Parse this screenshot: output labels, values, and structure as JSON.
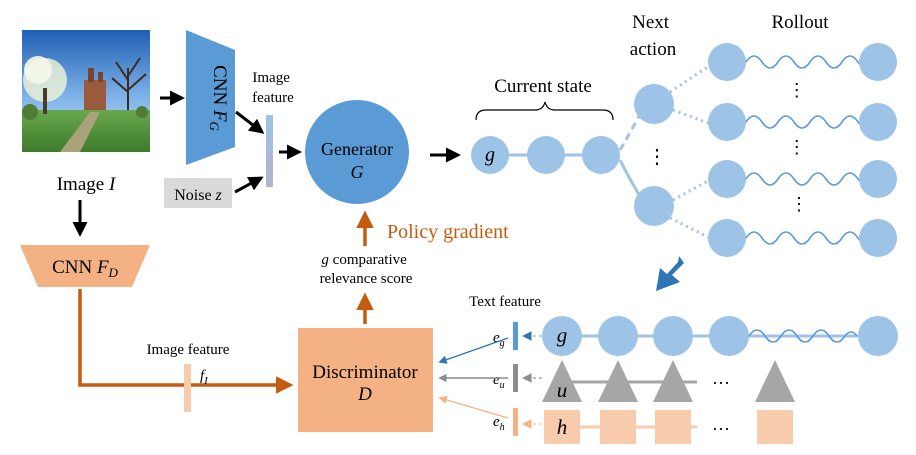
{
  "image_label": {
    "prefix": "Image ",
    "var": "I"
  },
  "cnn_fg": {
    "prefix": "CNN ",
    "var": "F",
    "sub": "G"
  },
  "image_feature_top": {
    "line1": "Image",
    "line2": "feature"
  },
  "noise": {
    "prefix": "Noise ",
    "var": "z"
  },
  "generator": {
    "title": "Generator",
    "var": "G"
  },
  "current_state": "Current state",
  "next_action": {
    "line1": "Next",
    "line2": "action"
  },
  "rollout": "Rollout",
  "state_node_g": "g",
  "ellipsis_vertical": "⋮",
  "policy_gradient": "Policy gradient",
  "relevance": {
    "var": "g",
    "line1": " comparative",
    "line2": "relevance score"
  },
  "text_feature": "Text feature",
  "cnn_fd": {
    "prefix": "CNN ",
    "var": "F",
    "sub": "D"
  },
  "image_feature_bottom": "Image feature",
  "fi": {
    "var": "f",
    "sub": "I"
  },
  "discriminator": {
    "title": "Discriminator",
    "var": "D"
  },
  "e_g": {
    "var": "e",
    "sub": "g"
  },
  "e_u": {
    "var": "e",
    "sub": "u"
  },
  "e_h": {
    "var": "e",
    "sub": "h"
  },
  "seq_g_node": "g",
  "seq_u_node": "u",
  "seq_h_node": "h",
  "ellipsis_horizontal": "…",
  "colors": {
    "blue_dark": "#5b9bd5",
    "blue_light": "#9dc3e6",
    "orange_box": "#f4b183",
    "orange_arrow": "#c55a11",
    "orange_text": "#c55a11",
    "gray": "#a6a6a6",
    "noise_bg": "#d9d9d9",
    "feature_bar": "#8faadc",
    "peach": "#f8cbad"
  }
}
